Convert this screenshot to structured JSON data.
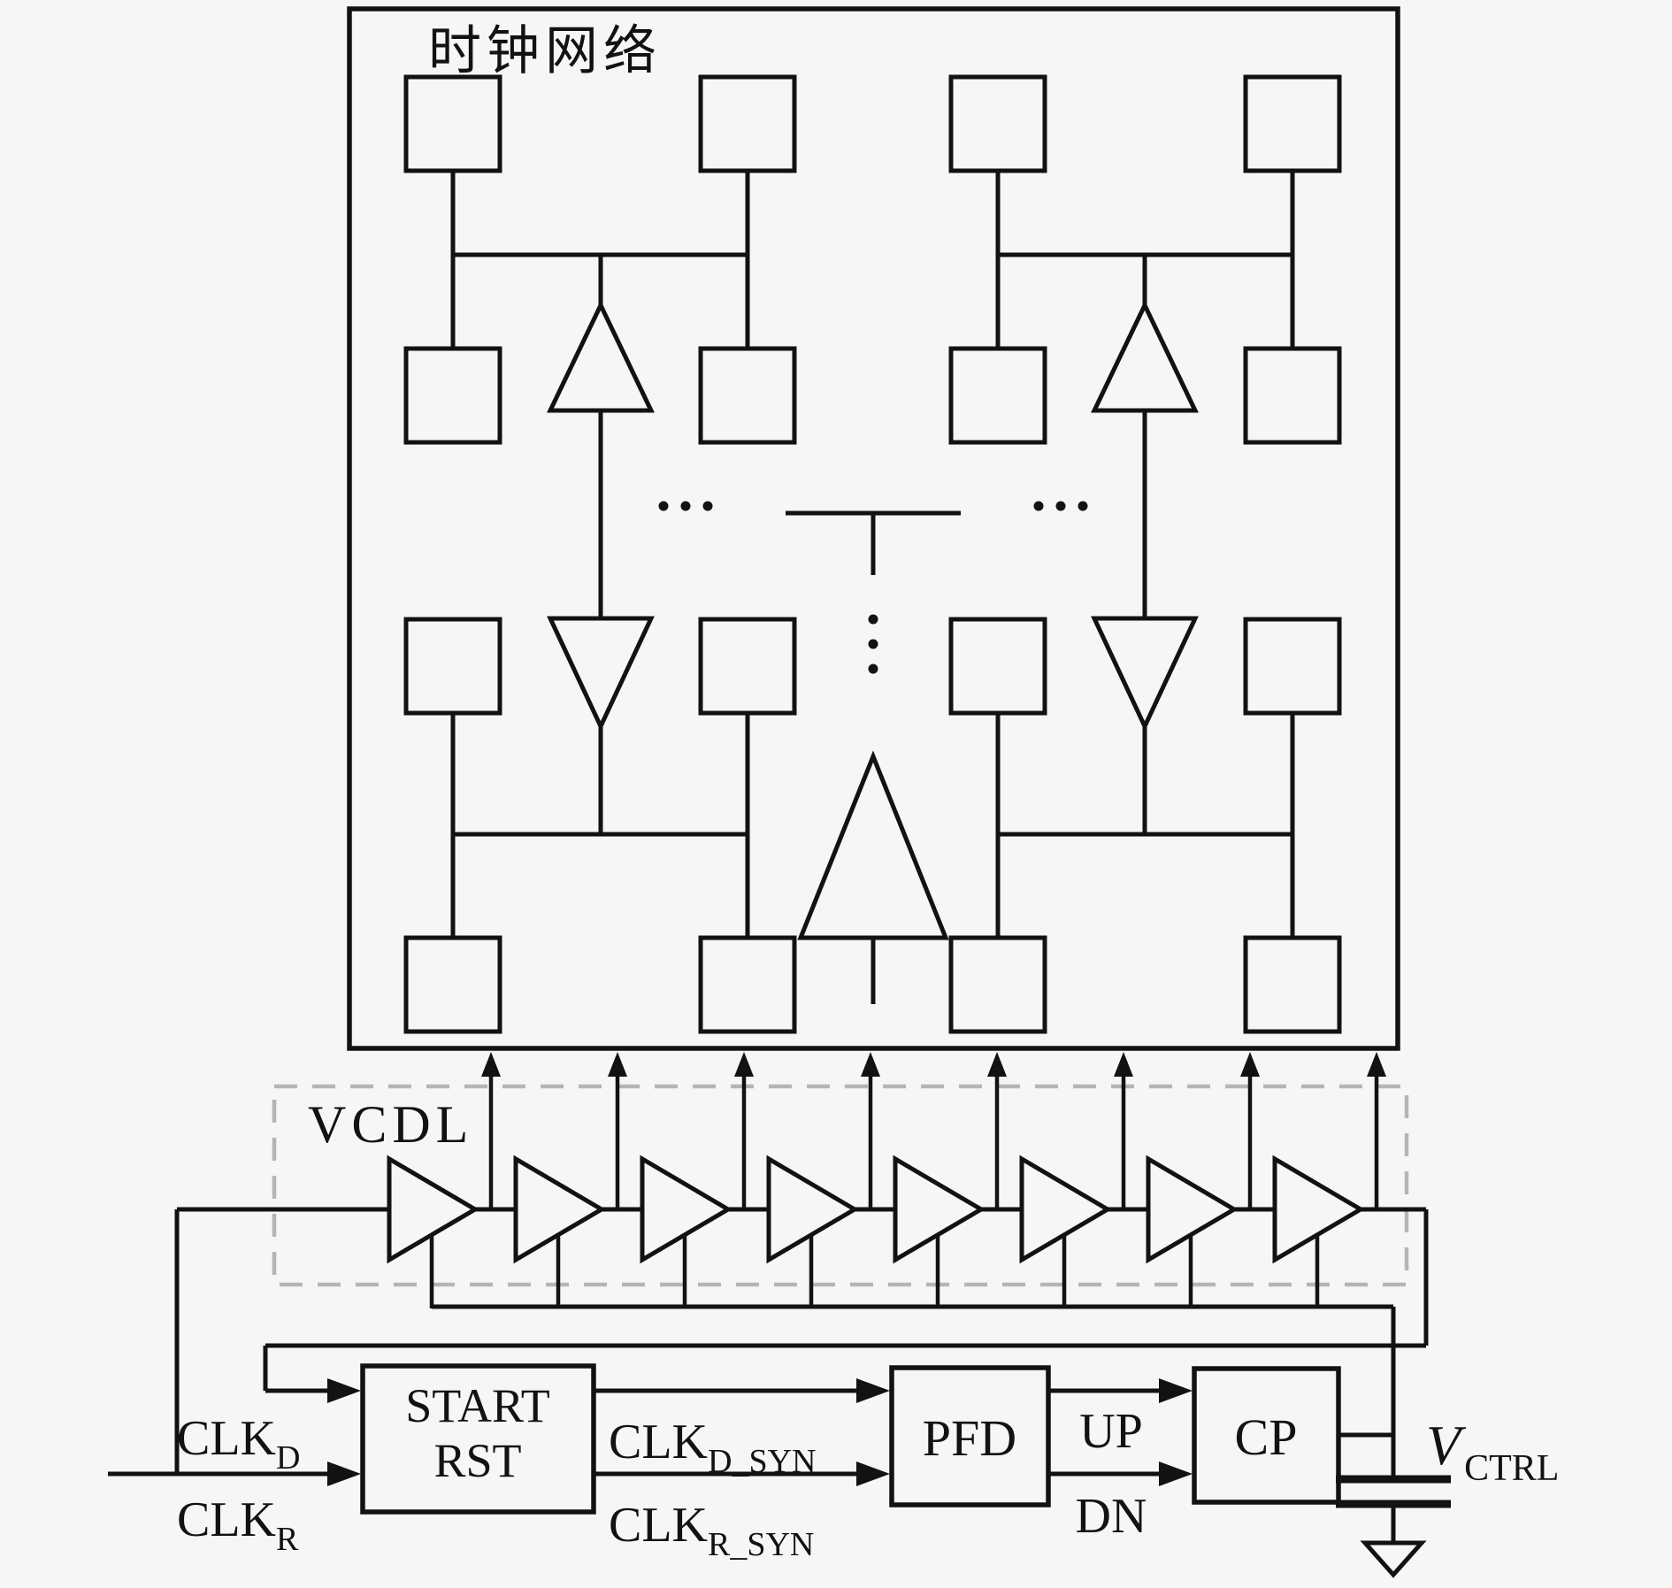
{
  "title": "时钟网络",
  "vcdl": {
    "label": "VCDL"
  },
  "blocks": {
    "start_rst": {
      "line1": "START",
      "line2": "RST"
    },
    "pfd": {
      "label": "PFD"
    },
    "cp": {
      "label": "CP"
    }
  },
  "signals": {
    "clk_d": {
      "base": "CLK",
      "sub": "D"
    },
    "clk_r": {
      "base": "CLK",
      "sub": "R"
    },
    "clk_d_syn": {
      "base": "CLK",
      "sub": "D_SYN"
    },
    "clk_r_syn": {
      "base": "CLK",
      "sub": "R_SYN"
    },
    "up": "UP",
    "dn": "DN",
    "v_ctrl": {
      "base": "V",
      "sub": "CTRL"
    }
  },
  "colors": {
    "background": "#f6f6f4",
    "line": "#121212",
    "dashed_box": "#b5b5b5"
  }
}
